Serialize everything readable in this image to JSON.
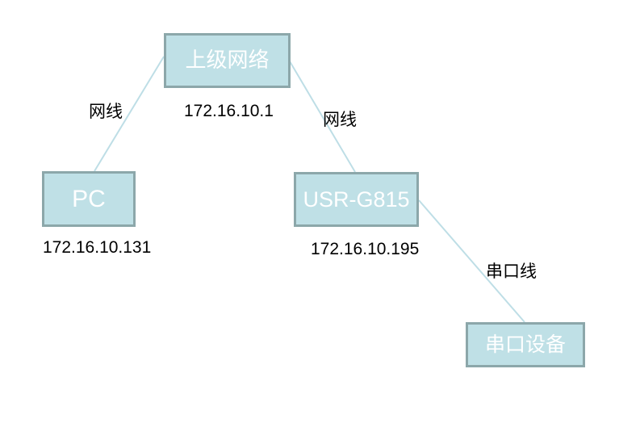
{
  "diagram": {
    "type": "network-topology",
    "nodes": [
      {
        "id": "upper-network",
        "label": "上级网络",
        "ip": "172.16.10.1"
      },
      {
        "id": "pc",
        "label": "PC",
        "ip": "172.16.10.131"
      },
      {
        "id": "usr-g815",
        "label": "USR-G815",
        "ip": "172.16.10.195"
      },
      {
        "id": "serial-device",
        "label": "串口设备"
      }
    ],
    "edges": [
      {
        "from": "upper-network",
        "to": "pc",
        "label": "网线"
      },
      {
        "from": "upper-network",
        "to": "usr-g815",
        "label": "网线"
      },
      {
        "from": "usr-g815",
        "to": "serial-device",
        "label": "串口线"
      }
    ],
    "colors": {
      "node_fill": "#bfe0e6",
      "node_border": "#8ca7aa",
      "connector": "#bedee6",
      "node_text": "#ffffff",
      "label_text": "#000000",
      "background": "#ffffff"
    }
  }
}
